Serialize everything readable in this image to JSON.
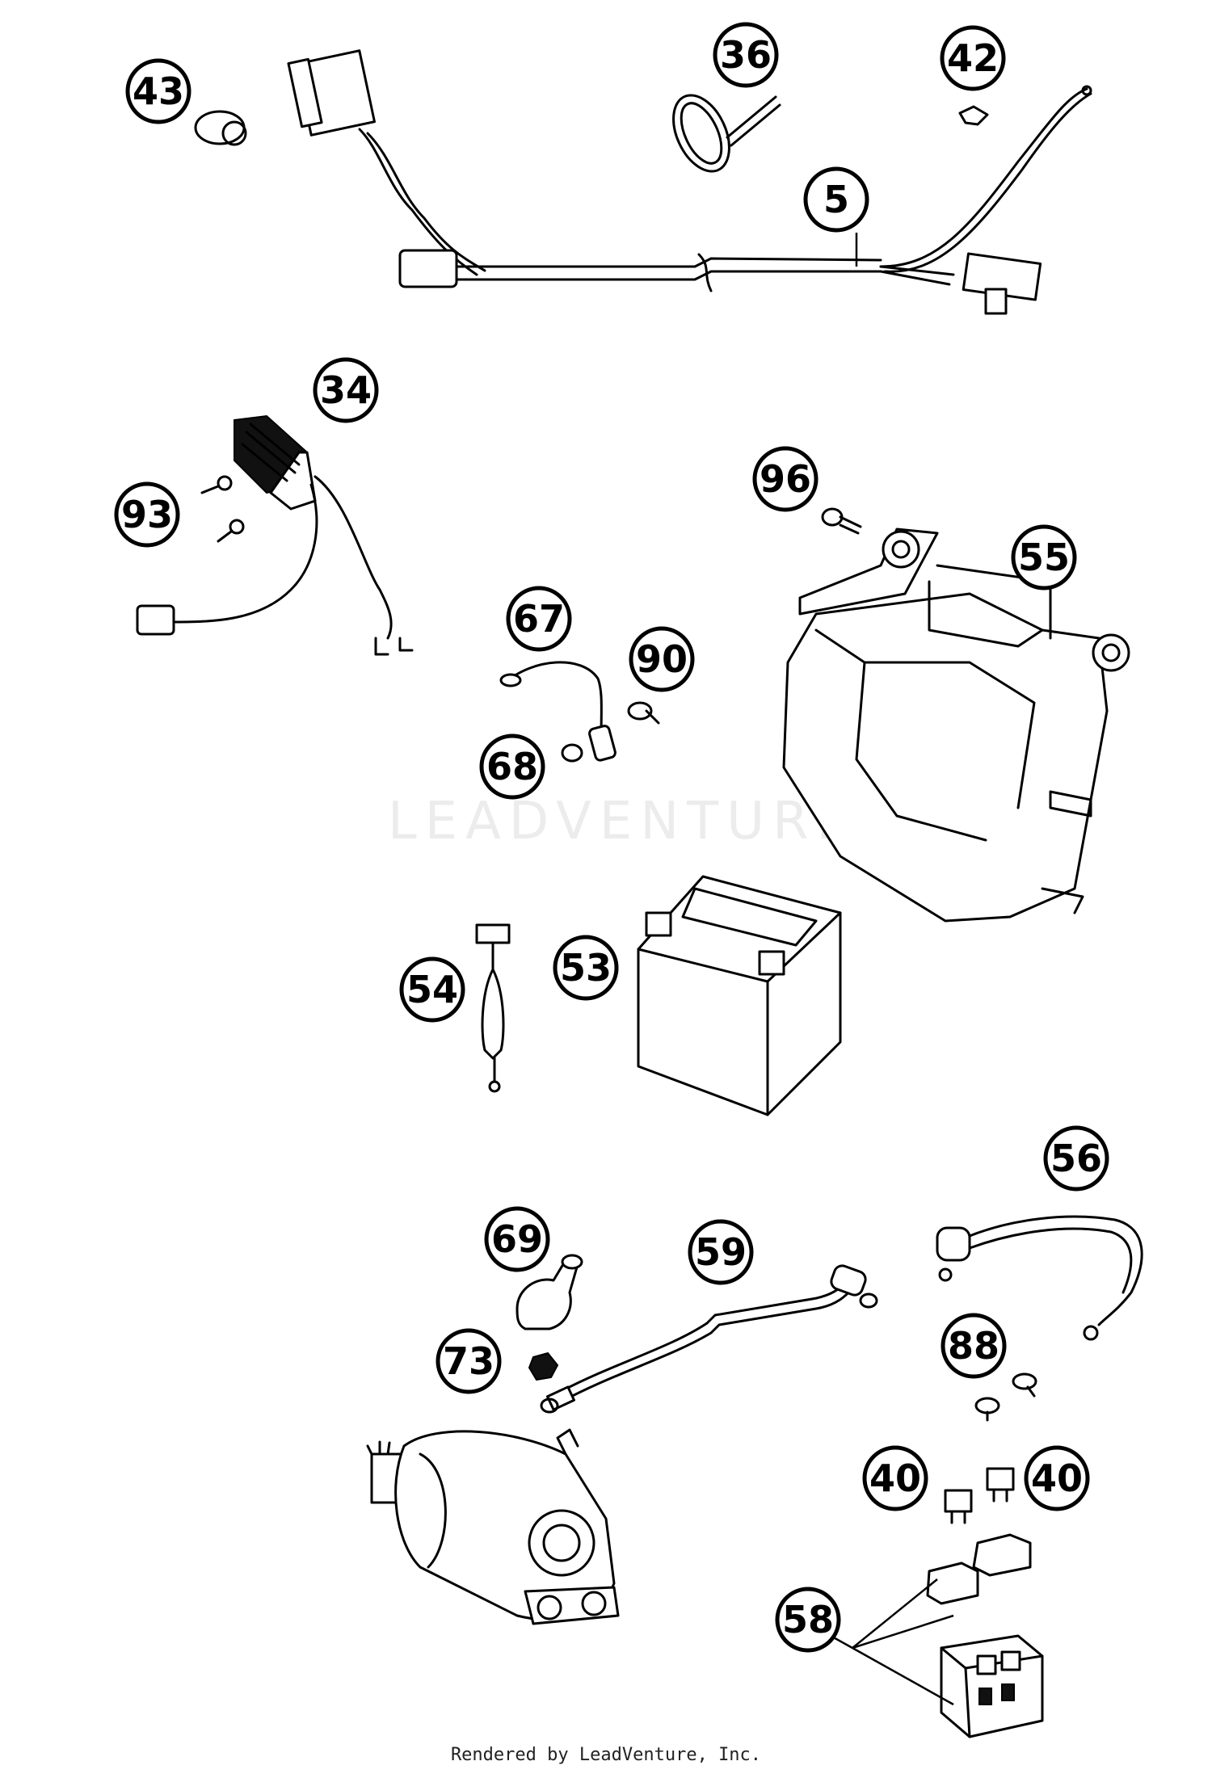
{
  "callouts": [
    {
      "id": "43",
      "label": "43"
    },
    {
      "id": "36",
      "label": "36"
    },
    {
      "id": "42",
      "label": "42"
    },
    {
      "id": "5",
      "label": "5"
    },
    {
      "id": "34",
      "label": "34"
    },
    {
      "id": "93",
      "label": "93"
    },
    {
      "id": "96",
      "label": "96"
    },
    {
      "id": "55",
      "label": "55"
    },
    {
      "id": "67",
      "label": "67"
    },
    {
      "id": "90",
      "label": "90"
    },
    {
      "id": "68",
      "label": "68"
    },
    {
      "id": "54",
      "label": "54"
    },
    {
      "id": "53",
      "label": "53"
    },
    {
      "id": "56",
      "label": "56"
    },
    {
      "id": "69",
      "label": "69"
    },
    {
      "id": "59",
      "label": "59"
    },
    {
      "id": "73",
      "label": "73"
    },
    {
      "id": "88",
      "label": "88"
    },
    {
      "id": "40a",
      "label": "40"
    },
    {
      "id": "40b",
      "label": "40"
    },
    {
      "id": "58",
      "label": "58"
    }
  ],
  "watermark": "LEADVENTURE",
  "footer": "Rendered by LeadVenture, Inc."
}
